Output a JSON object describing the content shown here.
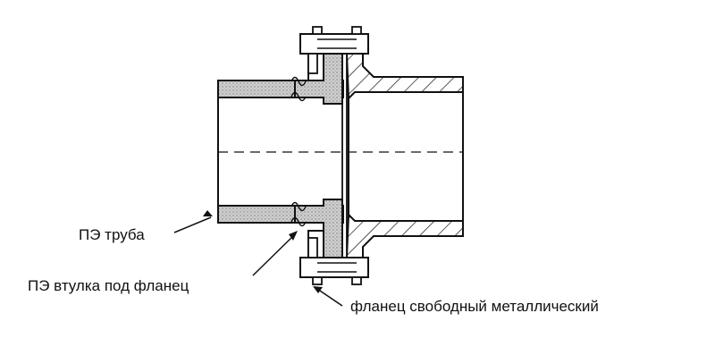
{
  "labels": {
    "pe_pipe": "ПЭ труба",
    "pe_stub": "ПЭ втулка под фланец",
    "loose_flange": "фланец свободный металлический"
  },
  "colors": {
    "line": "#111111",
    "stipple": "#c9c9c9",
    "background": "#ffffff"
  }
}
